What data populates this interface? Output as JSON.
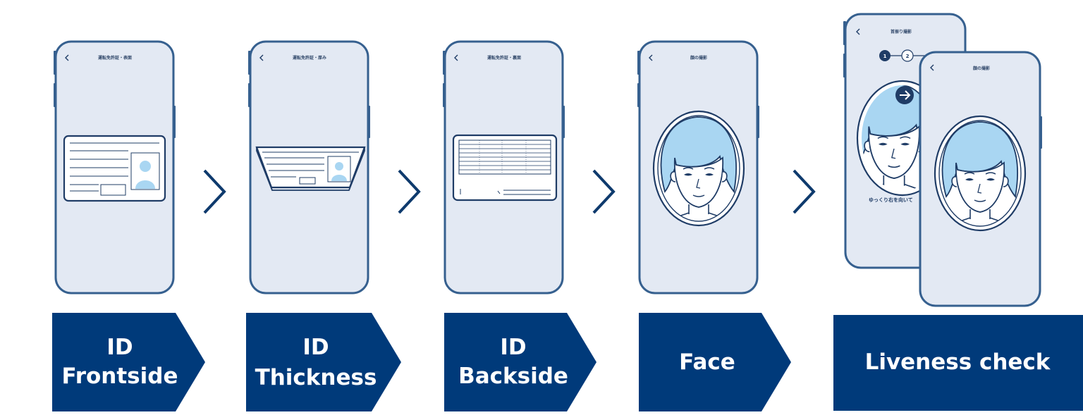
{
  "steps": [
    {
      "id": "front",
      "line1": "ID",
      "line2": "Frontside",
      "screen_title": "運転免許証・表面"
    },
    {
      "id": "thick",
      "line1": "ID",
      "line2": "Thickness",
      "screen_title": "運転免許証・厚み"
    },
    {
      "id": "back",
      "line1": "ID",
      "line2": "Backside",
      "screen_title": "運転免許証・裏面"
    },
    {
      "id": "face",
      "line1": "Face",
      "screen_title": "顔の撮影"
    },
    {
      "id": "liveness",
      "line1": "Liveness check",
      "screen_title_back": "首振り撮影",
      "screen_title_front": "顔の撮影",
      "step_numbers": [
        "1",
        "2"
      ],
      "instruction": "ゆっくり右を向いて"
    }
  ],
  "colors": {
    "banner": "#003a7a",
    "phone_fill": "#e3e9f3",
    "phone_stroke": "#36608f",
    "line": "#1f3c66",
    "hair": "#a9d6f2",
    "arrow": "#0e3a6d"
  },
  "icons": {
    "back": "chevron-left-icon",
    "next": "chevron-right-icon",
    "turn": "arrow-right-icon"
  }
}
